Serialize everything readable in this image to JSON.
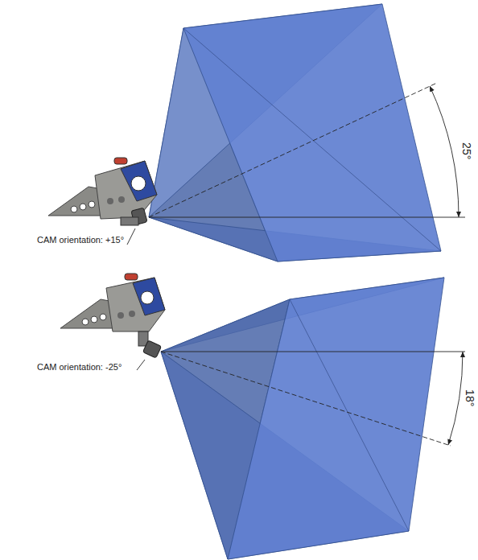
{
  "diagram": {
    "labels": [
      "25°",
      "CAM orientation: +15°",
      "18°",
      "CAM orientation: -25°"
    ]
  }
}
